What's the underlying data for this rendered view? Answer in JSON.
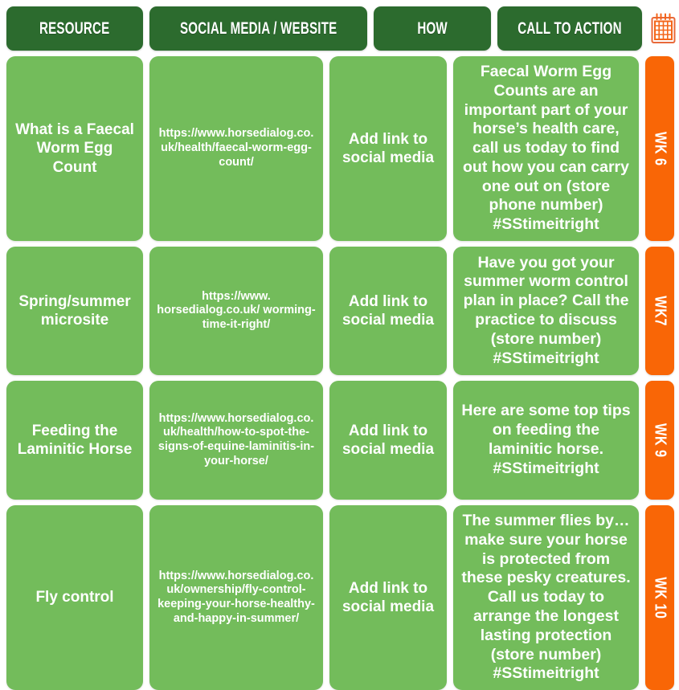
{
  "header": {
    "columns": [
      {
        "label": "RESOURCE"
      },
      {
        "label": "SOCIAL MEDIA / WEBSITE"
      },
      {
        "label": "HOW"
      },
      {
        "label": "CALL TO ACTION"
      }
    ],
    "calendar_icon": "calendar-icon"
  },
  "colors": {
    "header_green": "#2c6b2e",
    "cell_green": "#73bc5b",
    "week_orange": "#f96606",
    "text_white": "#ffffff",
    "background": "#ffffff"
  },
  "rows": [
    {
      "resource": "What is a Faecal Worm Egg Count",
      "url": "https://www.horsedialog.co.uk/health/faecal-worm-egg-count/",
      "how": "Add link to social media",
      "call_to_action": "Faecal Worm Egg Counts are an important part of your horse’s health care, call us today to find out how you can carry one out on (store phone number) #SStimeitright",
      "week": "WK 6"
    },
    {
      "resource": "Spring/summer microsite",
      "url": "https://www. horsedialog.co.uk/ worming-time-it-right/",
      "how": "Add link to social media",
      "call_to_action": "Have you got your summer worm control plan in place? Call the practice to discuss (store number) #SStimeitright",
      "week": "WK7"
    },
    {
      "resource": "Feeding the Laminitic Horse",
      "url": "https://www.horsedialog.co.uk/health/how-to-spot-the-signs-of-equine-laminitis-in-your-horse/",
      "how": "Add link to social media",
      "call_to_action": "Here are some top tips on feeding the laminitic horse. #SStimeitright",
      "week": "WK 9"
    },
    {
      "resource": "Fly control",
      "url": "https://www.horsedialog.co.uk/ownership/fly-control-keeping-your-horse-healthy-and-happy-in-summer/",
      "how": "Add link to social media",
      "call_to_action": "The summer flies by… make sure your horse is protected from these pesky creatures.  Call us today to arrange the longest lasting protection (store number) #SStimeitright",
      "week": "WK 10"
    }
  ]
}
